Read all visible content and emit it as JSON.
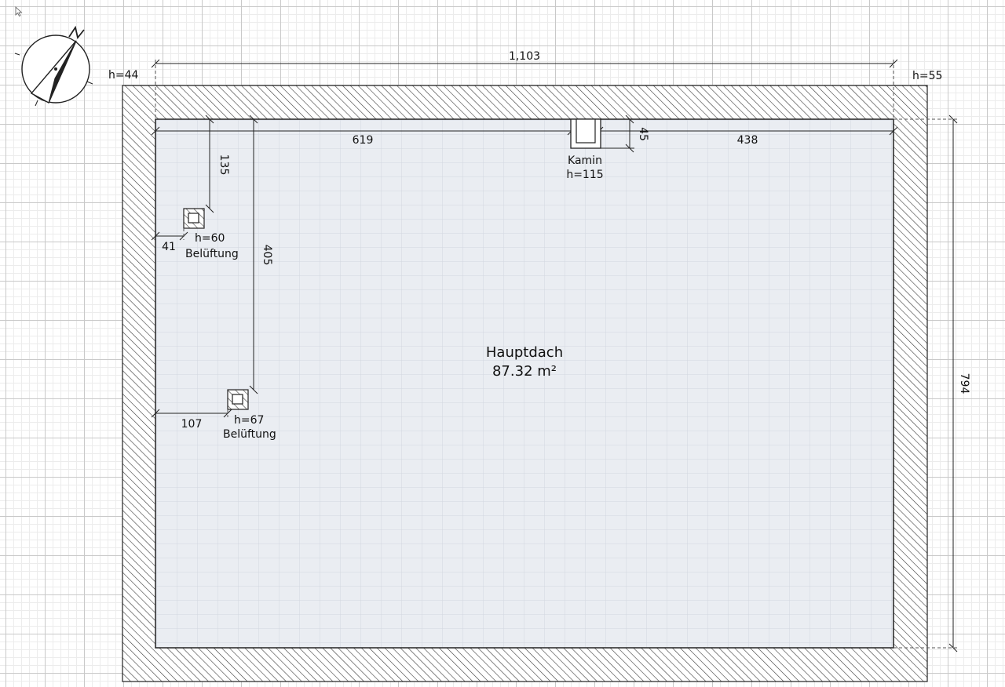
{
  "roof": {
    "name": "Hauptdach",
    "area": "87.32 m²"
  },
  "corner_heights": {
    "top_left": "h=44",
    "top_right": "h=55"
  },
  "dimensions": {
    "total_width": "1,103",
    "height_right": "794",
    "left_to_chimney": "619",
    "chimney_to_right": "438",
    "chimney_depth": "45",
    "vent1_from_top": "135",
    "vent1_from_left": "41",
    "vent2_from_top": "405",
    "vent2_from_left": "107"
  },
  "objects": {
    "chimney": {
      "label": "Kamin",
      "height": "h=115"
    },
    "vent1": {
      "label": "Belüftung",
      "height": "h=60"
    },
    "vent2": {
      "label": "Belüftung",
      "height": "h=67"
    }
  },
  "compass": {
    "north_letter": "N",
    "icon": "north-arrow-icon"
  },
  "cursor": {
    "icon": "mouse-pointer-icon"
  },
  "colors": {
    "roof_fill": "#e9ecf1",
    "wall_hatch": "#333333",
    "line": "#222222"
  }
}
